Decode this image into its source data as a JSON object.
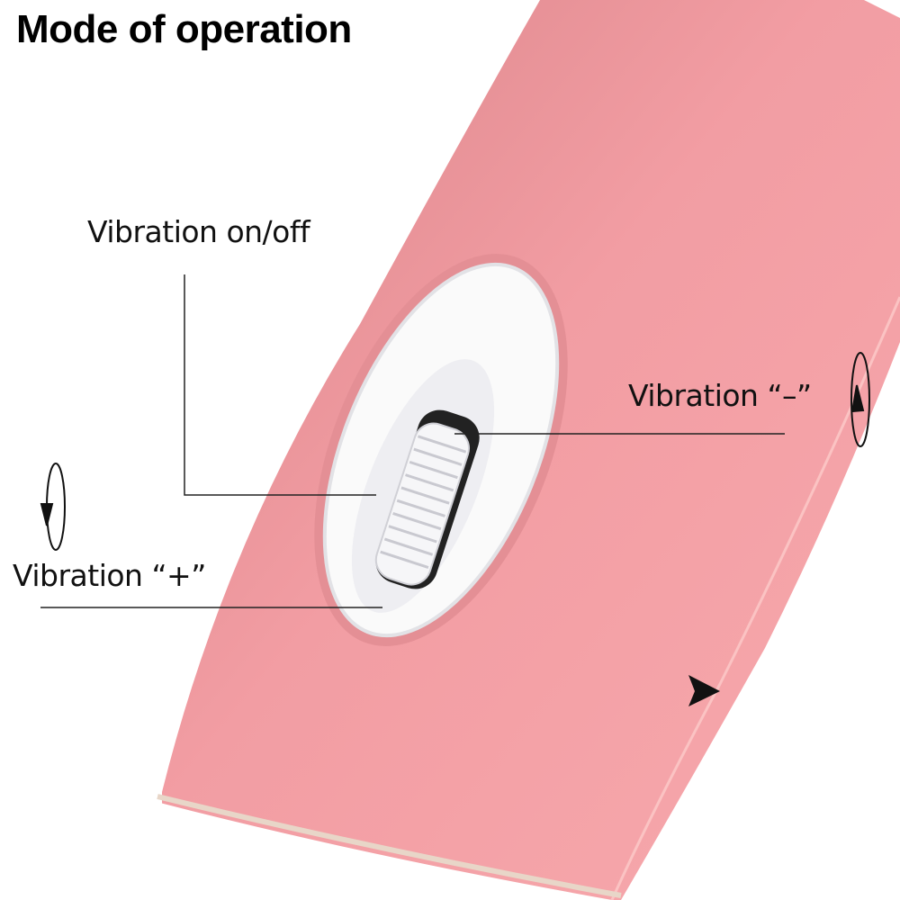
{
  "title": "Mode of operation",
  "labels": {
    "on_off": "Vibration on/off",
    "minus": "Vibration “–”",
    "plus": "Vibration “+”"
  },
  "colors": {
    "body": "#f4a3a8",
    "body_dark": "#d98a8f",
    "panel": "#ffffff",
    "line": "#222222"
  },
  "icons": [
    "rotate-up-icon",
    "rotate-down-icon",
    "pointer-arrow-icon"
  ]
}
